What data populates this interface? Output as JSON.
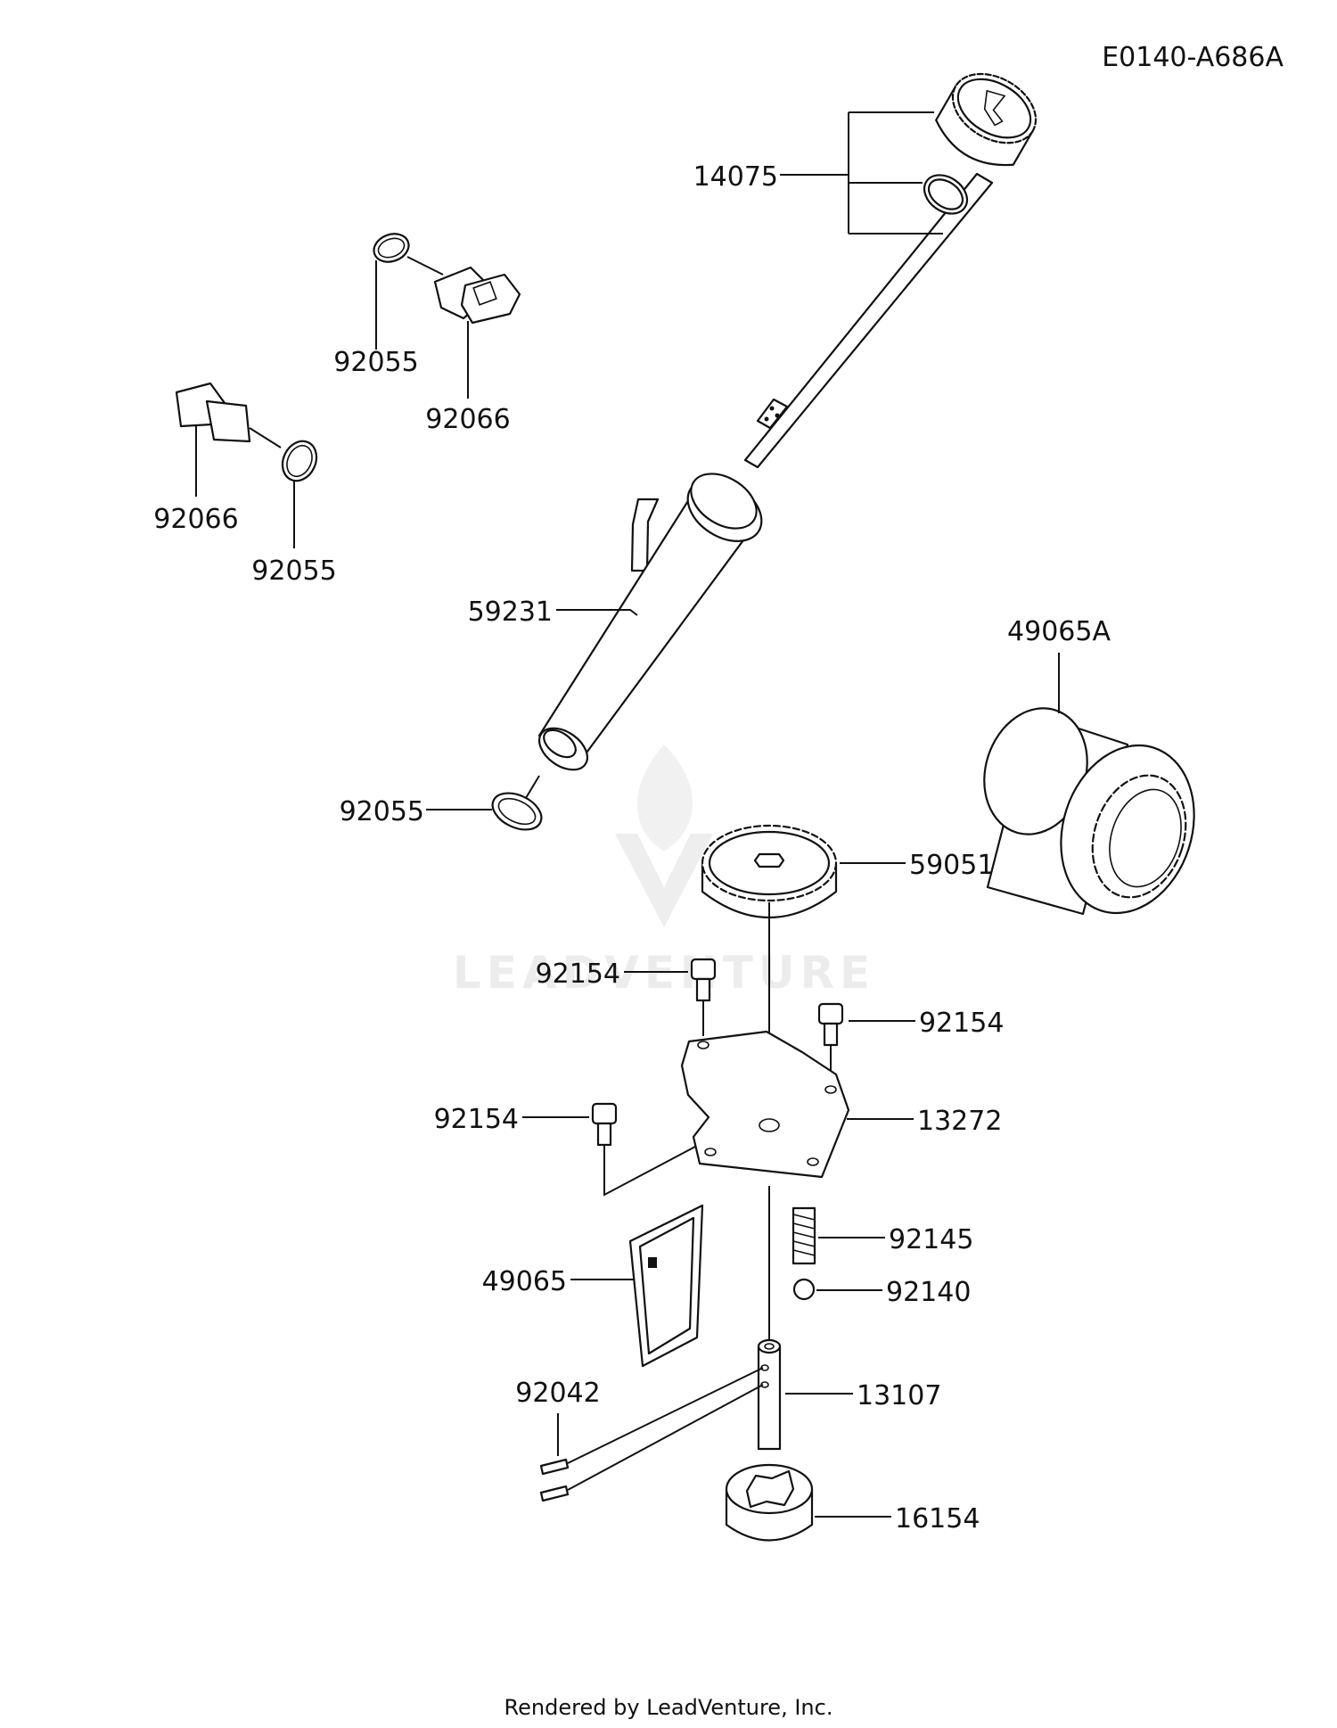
{
  "diagram_code": "E0140-A686A",
  "watermark": "LEADVENTURE",
  "footer": "Rendered by LeadVenture, Inc.",
  "callouts": [
    {
      "id": "c-14075",
      "part_number": "14075",
      "part": "oil-dipstick-cap"
    },
    {
      "id": "c-92055-top",
      "part_number": "92055",
      "part": "o-ring"
    },
    {
      "id": "c-92066-top",
      "part_number": "92066",
      "part": "drain-plug"
    },
    {
      "id": "c-92066-left",
      "part_number": "92066",
      "part": "drain-plug"
    },
    {
      "id": "c-92055-left",
      "part_number": "92055",
      "part": "o-ring"
    },
    {
      "id": "c-59231",
      "part_number": "59231",
      "part": "oil-filler-tube"
    },
    {
      "id": "c-49065A",
      "part_number": "49065A",
      "part": "oil-filter"
    },
    {
      "id": "c-92055-bottom",
      "part_number": "92055",
      "part": "o-ring"
    },
    {
      "id": "c-59051",
      "part_number": "59051",
      "part": "oil-pump-gear"
    },
    {
      "id": "c-92154-a",
      "part_number": "92154",
      "part": "bolt"
    },
    {
      "id": "c-92154-b",
      "part_number": "92154",
      "part": "bolt"
    },
    {
      "id": "c-92154-c",
      "part_number": "92154",
      "part": "bolt"
    },
    {
      "id": "c-13272",
      "part_number": "13272",
      "part": "pump-cover-plate"
    },
    {
      "id": "c-92145",
      "part_number": "92145",
      "part": "relief-spring"
    },
    {
      "id": "c-92140",
      "part_number": "92140",
      "part": "relief-ball"
    },
    {
      "id": "c-49065",
      "part_number": "49065",
      "part": "oil-screen"
    },
    {
      "id": "c-92042",
      "part_number": "92042",
      "part": "pins"
    },
    {
      "id": "c-13107",
      "part_number": "13107",
      "part": "pump-shaft"
    },
    {
      "id": "c-16154",
      "part_number": "16154",
      "part": "oil-pump-rotor"
    }
  ]
}
